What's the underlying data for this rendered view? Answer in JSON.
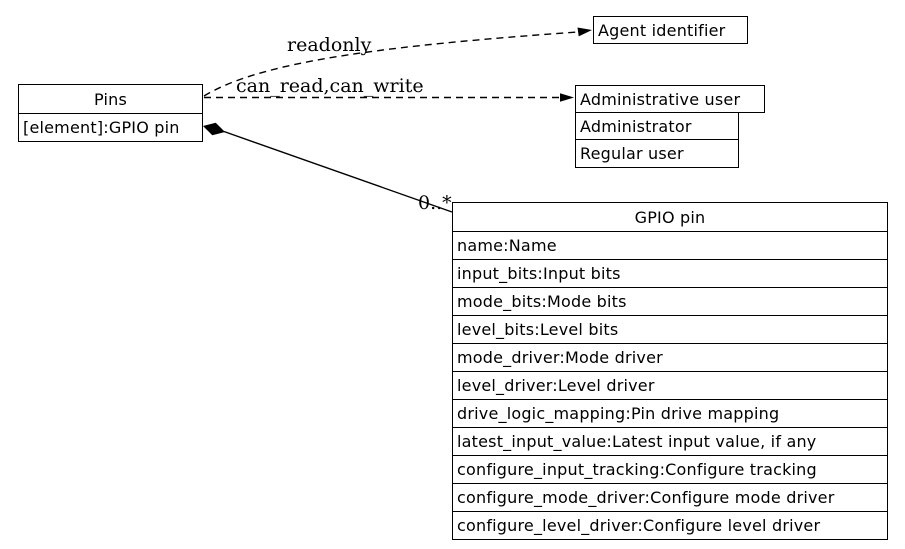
{
  "canvas": {
    "background": "#ffffff",
    "stroke_color": "#000000"
  },
  "nodes": {
    "pins": {
      "title": "Pins",
      "attribute": "[element]:GPIO pin"
    },
    "agent": {
      "title": "Agent identifier"
    },
    "admin": {
      "title": "Administrative user",
      "rows": [
        "Administrator",
        "Regular user"
      ]
    },
    "gpio": {
      "title": "GPIO pin",
      "rows": [
        "name:Name",
        "input_bits:Input bits",
        "mode_bits:Mode bits",
        "level_bits:Level bits",
        "mode_driver:Mode driver",
        "level_driver:Level driver",
        "drive_logic_mapping:Pin drive mapping",
        "latest_input_value:Latest input value, if any",
        "configure_input_tracking:Configure tracking",
        "configure_mode_driver:Configure mode driver",
        "configure_level_driver:Configure level driver"
      ]
    }
  },
  "edges": {
    "readonly": {
      "label": "readonly"
    },
    "can_read_write": {
      "label": "can_read,can_write"
    },
    "contains": {
      "multiplicity": "0..*"
    }
  }
}
